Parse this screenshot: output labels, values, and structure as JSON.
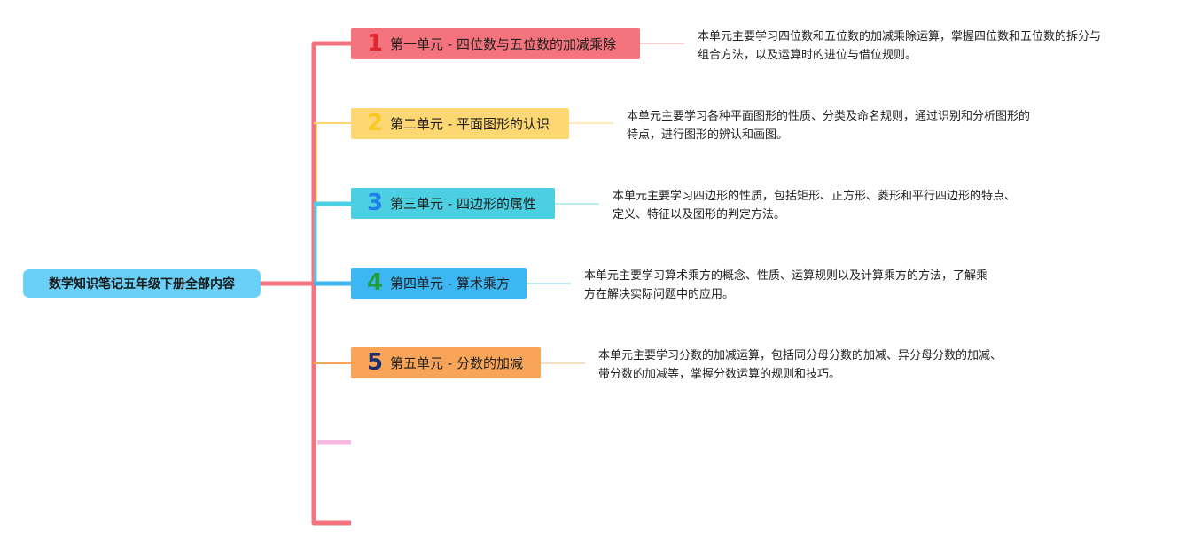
{
  "mindmap": {
    "root": "数学知识笔记五年级下册全部内容",
    "topics": [
      {
        "num": "1",
        "label": "第一单元 - 四位数与五位数的加减乘除",
        "color": "#f5737c",
        "num_color": "#e2262f",
        "line_color": "#f5737c",
        "note_lines": [
          "本单元主要学习四位数和五位数的加减乘除运算，掌握四位数和五位数的拆分与",
          "组合方法，以及运算时的进位与借位规则。"
        ]
      },
      {
        "num": "2",
        "label": "第二单元 - 平面图形的认识",
        "color": "#fcd772",
        "num_color": "#f7c81f",
        "line_color": "#fcd772",
        "note_lines": [
          "本单元主要学习各种平面图形的性质、分类及命名规则，通过识别和分析图形的",
          "特点，进行图形的辨认和画图。"
        ]
      },
      {
        "num": "3",
        "label": "第三单元 - 四边形的属性",
        "color": "#4ccfe0",
        "num_color": "#1e7fe6",
        "line_color": "#4ccfe0",
        "note_lines": [
          "本单元主要学习四边形的性质，包括矩形、正方形、菱形和平行四边形的特点、",
          "定义、特征以及图形的判定方法。"
        ]
      },
      {
        "num": "4",
        "label": "第四单元 - 算术乘方",
        "color": "#3db7f3",
        "num_color": "#1e9e3a",
        "line_color": "#3db7f3",
        "note_lines": [
          "本单元主要学习算术乘方的概念、性质、运算规则以及计算乘方的方法，了解乘",
          "方在解决实际问题中的应用。"
        ]
      },
      {
        "num": "5",
        "label": "第五单元 - 分数的加减",
        "color": "#f8a559",
        "num_color": "#1a2e6e",
        "line_color": "#f8a559",
        "note_lines": [
          "本单元主要学习分数的加减运算，包括同分母分数的加减、异分母分数的加减、",
          "带分数的加减等，掌握分数运算的规则和技巧。"
        ]
      }
    ],
    "root_color": "#6bd0f7",
    "trunk_color": "#f5737c",
    "empty_branch_color": "#f8b7e0"
  }
}
